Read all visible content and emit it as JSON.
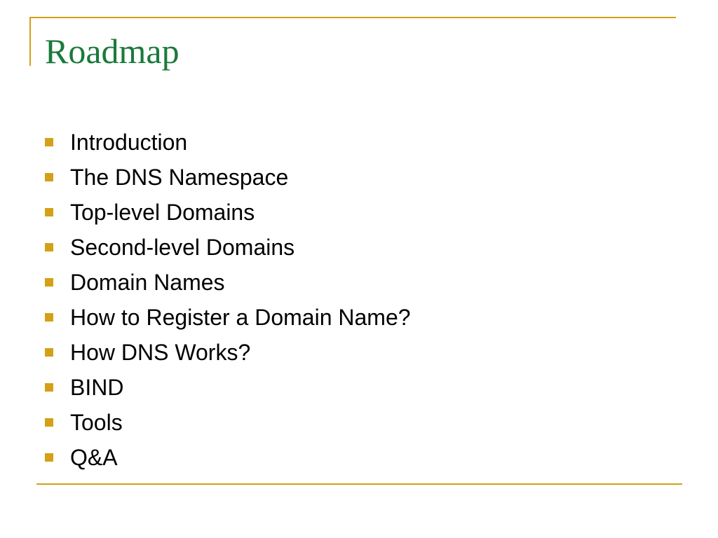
{
  "slide": {
    "title": "Roadmap",
    "items": [
      {
        "label": "Introduction"
      },
      {
        "label": "The DNS Namespace"
      },
      {
        "label": "Top-level Domains"
      },
      {
        "label": "Second-level Domains"
      },
      {
        "label": "Domain Names"
      },
      {
        "label": "How to Register a Domain Name?"
      },
      {
        "label": "How DNS Works?"
      },
      {
        "label": "BIND"
      },
      {
        "label": "Tools"
      },
      {
        "label": "Q&A"
      }
    ]
  },
  "colors": {
    "title": "#1a7a3a",
    "accent": "#d4a017",
    "text": "#000000",
    "background": "#ffffff"
  },
  "icons": {
    "bullet": "square-bullet-icon"
  }
}
